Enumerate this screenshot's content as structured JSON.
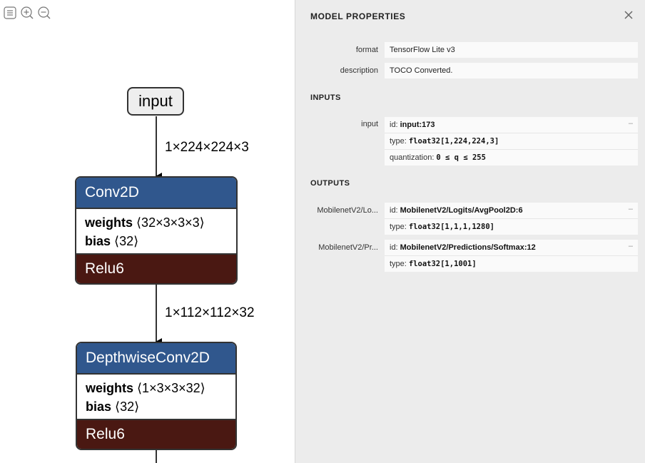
{
  "graph": {
    "input_node": "input",
    "edge1_label": "1×224×224×3",
    "edge2_label": "1×112×112×32",
    "nodes": [
      {
        "op": "Conv2D",
        "weights_name": "weights",
        "weights_shape": "⟨32×3×3×3⟩",
        "bias_name": "bias",
        "bias_shape": "⟨32⟩",
        "activation": "Relu6"
      },
      {
        "op": "DepthwiseConv2D",
        "weights_name": "weights",
        "weights_shape": "⟨1×3×3×32⟩",
        "bias_name": "bias",
        "bias_shape": "⟨32⟩",
        "activation": "Relu6"
      }
    ],
    "colors": {
      "op_header": "#30578d",
      "activation": "#4a1812"
    }
  },
  "toolbar": {
    "icons": [
      "sidebar-icon",
      "zoom-in-icon",
      "zoom-out-icon"
    ]
  },
  "sidebar": {
    "title": "MODEL PROPERTIES",
    "format_label": "format",
    "format_value": "TensorFlow Lite v3",
    "description_label": "description",
    "description_value": "TOCO Converted.",
    "inputs_title": "INPUTS",
    "outputs_title": "OUTPUTS",
    "inputs": [
      {
        "name": "input",
        "id_key": "id:",
        "id": "input:173",
        "type_key": "type:",
        "type": "float32[1,224,224,3]",
        "quant_key": "quantization:",
        "quantization": "0 ≤ q ≤ 255",
        "expander": "–"
      }
    ],
    "outputs": [
      {
        "name": "MobilenetV2/Lo...",
        "id_key": "id:",
        "id": "MobilenetV2/Logits/AvgPool2D:6",
        "type_key": "type:",
        "type": "float32[1,1,1,1280]",
        "expander": "–"
      },
      {
        "name": "MobilenetV2/Pr...",
        "id_key": "id:",
        "id": "MobilenetV2/Predictions/Softmax:12",
        "type_key": "type:",
        "type": "float32[1,1001]",
        "expander": "–"
      }
    ]
  }
}
